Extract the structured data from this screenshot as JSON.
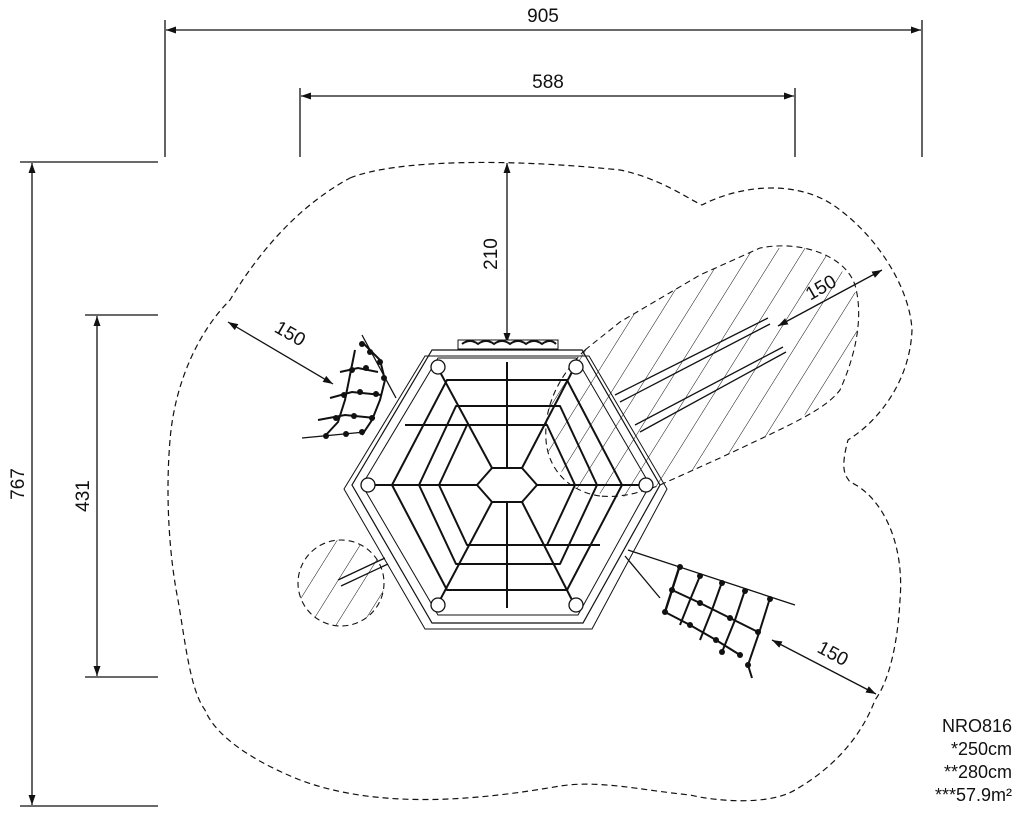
{
  "dimensions": {
    "overall_width": "905",
    "structure_width": "588",
    "overall_depth": "767",
    "structure_depth": "431",
    "top_clearance": "210",
    "safety_zone_left": "150",
    "safety_zone_top_right": "150",
    "safety_zone_bottom_right": "150"
  },
  "spec": {
    "model": "NRO816",
    "free_fall_height": "*250cm",
    "total_height": "**280cm",
    "safety_area": "***57.9m²"
  },
  "colors": {
    "line": "#111111",
    "background": "#ffffff"
  }
}
